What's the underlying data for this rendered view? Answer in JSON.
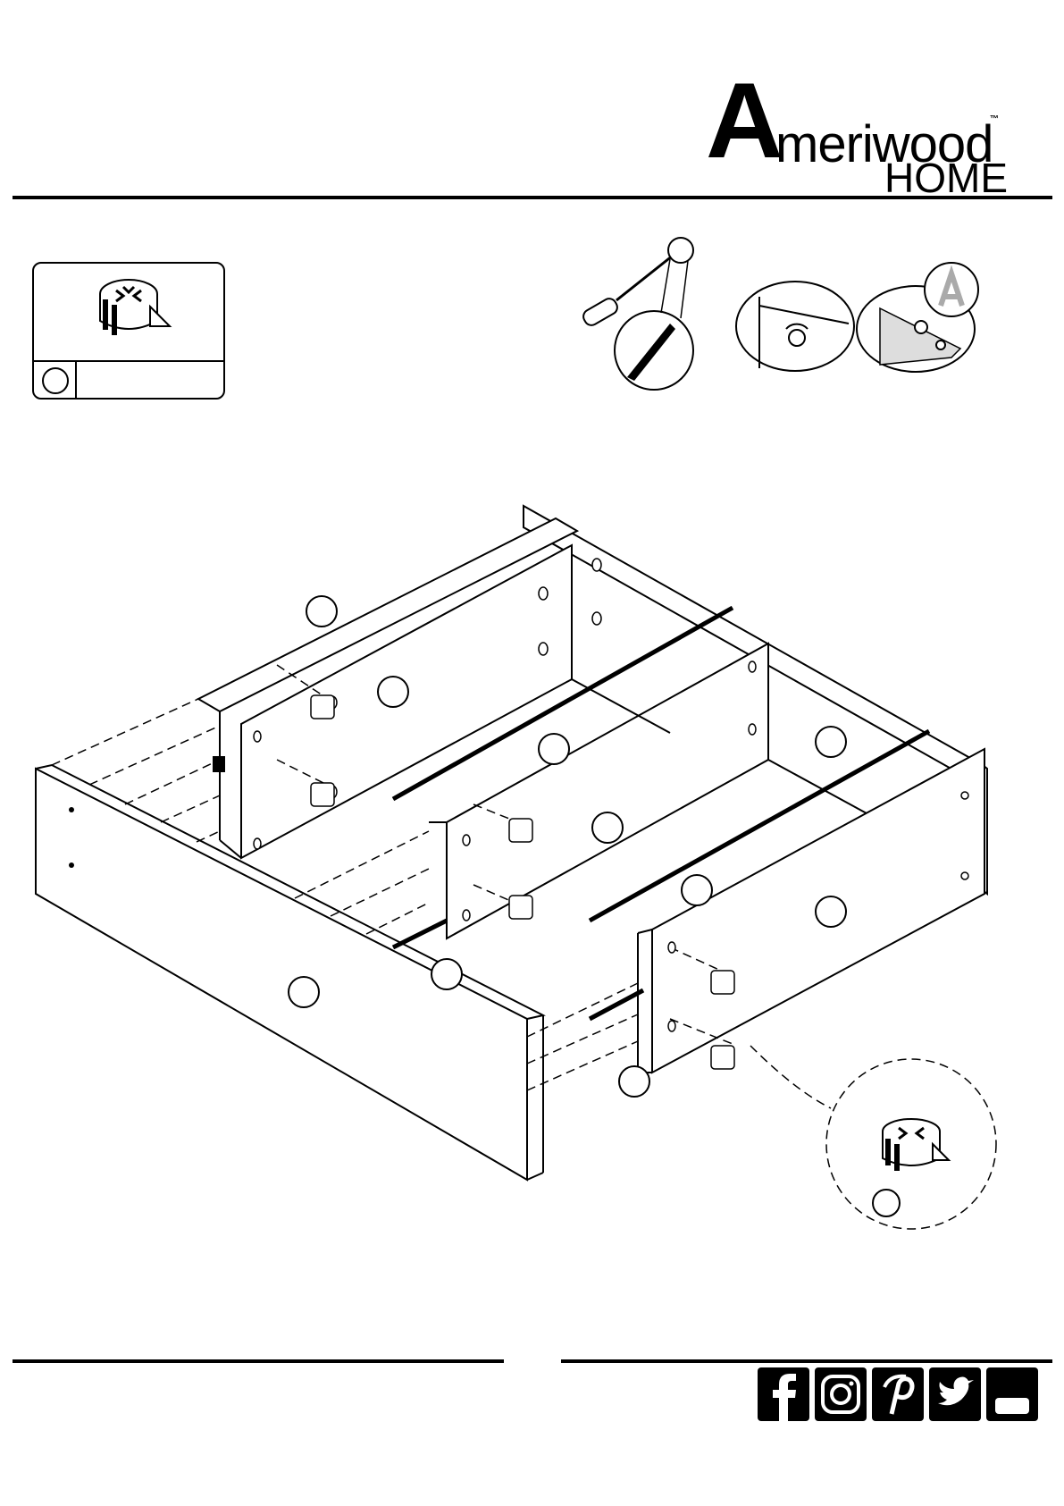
{
  "brand": {
    "letter": "A",
    "word": "meriwood",
    "sub": "HOME",
    "tm": "™"
  },
  "icons": {
    "facebook": "facebook-icon",
    "instagram": "instagram-icon",
    "pinterest": "pinterest-icon",
    "twitter": "twitter-icon",
    "youtube": "youtube-icon"
  },
  "colors": {
    "ink": "#000000",
    "paper": "#ffffff"
  }
}
